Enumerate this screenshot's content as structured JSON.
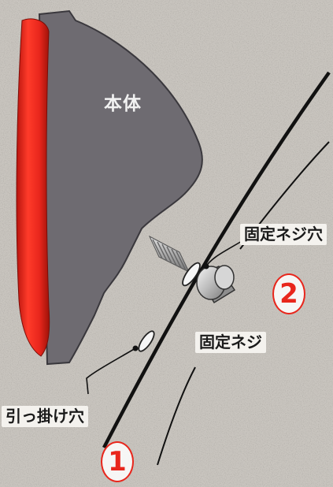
{
  "labels": {
    "body": "本体",
    "fixing_screw_hole": "固定ネジ穴",
    "fixing_screw": "固定ネジ",
    "hook_hole": "引っ掛け穴"
  },
  "markers": {
    "one": "1",
    "two": "2"
  },
  "colors": {
    "background_texture": "#c9c5bf",
    "body_fill": "#6e6b71",
    "body_outline": "#3a383d",
    "red_lens": "#e8261c",
    "curve_stroke": "#111111",
    "marker_red": "#e8261c"
  }
}
